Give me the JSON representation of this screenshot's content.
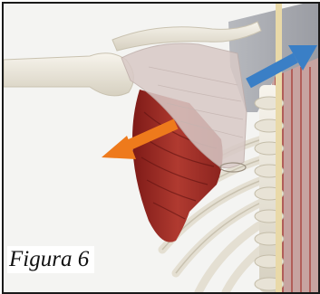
{
  "figure": {
    "caption": "Figura 6"
  },
  "arrows": {
    "orange": {
      "color": "#ee7a1c",
      "direction": "down-left"
    },
    "blue": {
      "color": "#3a7fc6",
      "direction": "up-right"
    }
  },
  "colors": {
    "muscle": "#9c2a24",
    "bone": "#ece8dc",
    "scapula_overlay": "#d8c9c6",
    "spine_panel": "#a9acb3",
    "background": "#f4f4f2"
  }
}
